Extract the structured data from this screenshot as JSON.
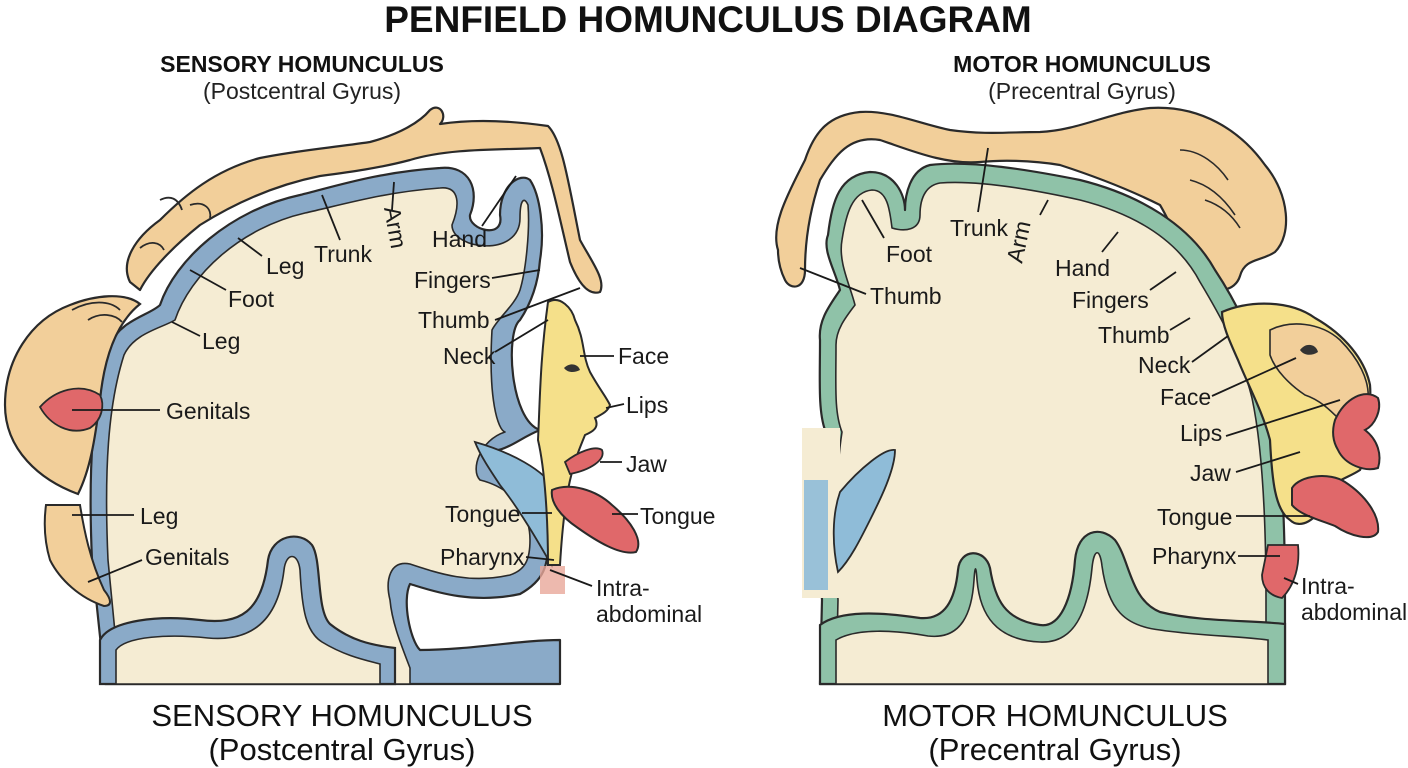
{
  "title": "PENFIELD HOMUNCULUS DIAGRAM",
  "sensory": {
    "header": "SENSORY HOMUNCULUS",
    "subheader": "(Postcentral Gyrus)",
    "caption": "SENSORY HOMUNCULUS",
    "subcaption": "(Postcentral Gyrus)",
    "labels": {
      "leg_top": "Leg",
      "trunk": "Trunk",
      "arm": "Arm",
      "hand": "Hand",
      "fingers": "Fingers",
      "thumb": "Thumb",
      "neck": "Neck",
      "foot": "Foot",
      "leg_mid": "Leg",
      "genitals_mid": "Genitals",
      "face": "Face",
      "lips": "Lips",
      "jaw": "Jaw",
      "tongue_inner": "Tongue",
      "tongue_outer": "Tongue",
      "pharynx": "Pharynx",
      "intra1": "Intra-",
      "intra2": "abdominal",
      "leg_low": "Leg",
      "genitals_low": "Genitals"
    }
  },
  "motor": {
    "header": "MOTOR HOMUNCULUS",
    "subheader": "(Precentral Gyrus)",
    "caption": "MOTOR HOMUNCULUS",
    "subcaption": "(Precentral Gyrus)",
    "labels": {
      "foot": "Foot",
      "trunk": "Trunk",
      "arm": "Arm",
      "hand": "Hand",
      "fingers": "Fingers",
      "thumb_left": "Thumb",
      "thumb_right": "Thumb",
      "neck": "Neck",
      "face": "Face",
      "lips": "Lips",
      "jaw": "Jaw",
      "tongue": "Tongue",
      "pharynx": "Pharynx",
      "intra1": "Intra-",
      "intra2": "abdominal"
    }
  },
  "colors": {
    "sensory_cortex": "#8aaac8",
    "motor_cortex": "#8fc2a8",
    "brain_fill": "#f5ecd3",
    "skin": "#f2cf9a",
    "face_skin": "#f5e08a",
    "lips": "#e0686a",
    "ventricle": "#8fbcd8"
  }
}
